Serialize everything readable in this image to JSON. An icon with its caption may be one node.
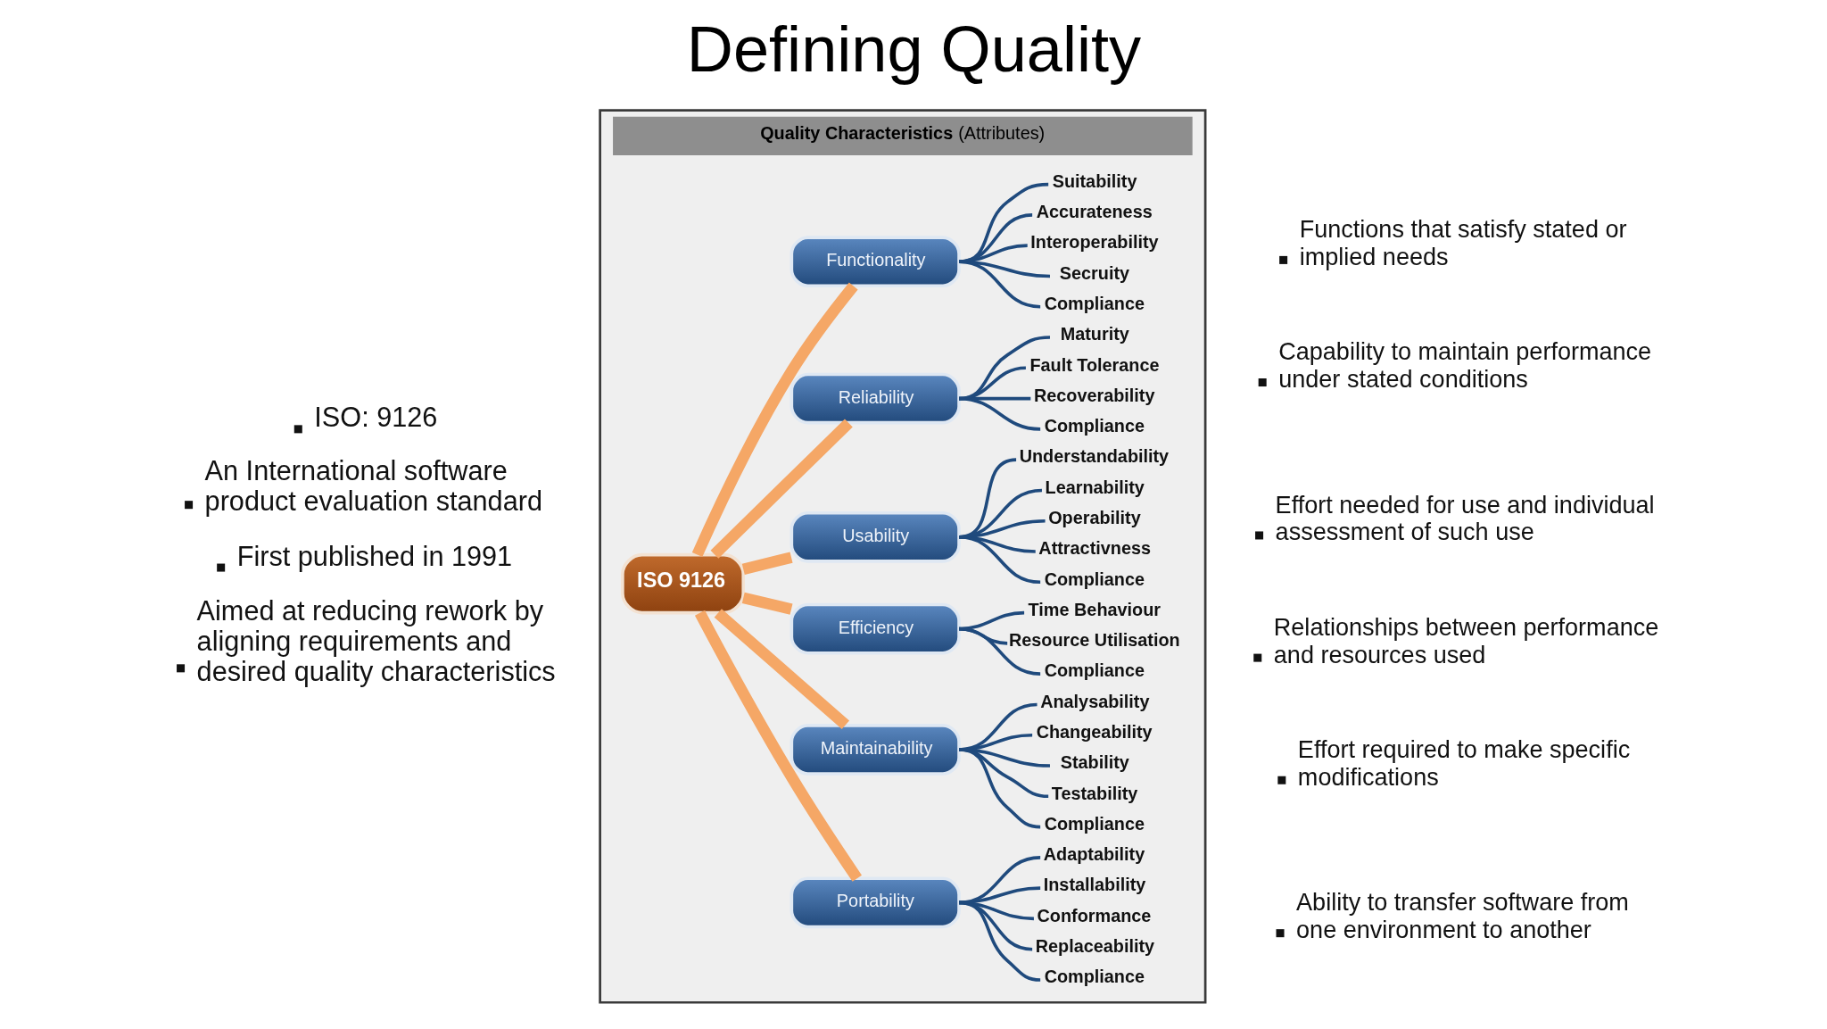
{
  "diagram": {
    "title": "Defining Quality",
    "nodes": [
      {
        "text": [
          "**Quality Characteristics** (Attributes)"
        ]
      },
      {
        "text": [
          "ISO 9126"
        ],
        "in": 0
      },
      {
        "text": [
          "Functionality"
        ],
        "in": 0
      },
      {
        "text": [
          "Suitability"
        ],
        "in": 0
      },
      {
        "text": [
          "Accurateness"
        ],
        "in": 0
      },
      {
        "text": [
          "Interoperability"
        ],
        "in": 0
      },
      {
        "text": [
          "Secruity"
        ],
        "in": 0
      },
      {
        "text": [
          "Compliance"
        ],
        "in": 0
      },
      {
        "text": [
          "Reliability"
        ],
        "in": 0
      },
      {
        "text": [
          "Maturity"
        ],
        "in": 0
      },
      {
        "text": [
          "Fault Tolerance"
        ],
        "in": 0
      },
      {
        "text": [
          "Recoverability"
        ],
        "in": 0
      },
      {
        "text": [
          "Compliance"
        ],
        "in": 0
      },
      {
        "text": [
          "Usability"
        ],
        "in": 0
      },
      {
        "text": [
          "Understandability"
        ],
        "in": 0
      },
      {
        "text": [
          "Learnability"
        ],
        "in": 0
      },
      {
        "text": [
          "Operability"
        ],
        "in": 0
      },
      {
        "text": [
          "Attractivness"
        ],
        "in": 0
      },
      {
        "text": [
          "Compliance"
        ],
        "in": 0
      },
      {
        "text": [
          "Efficiency"
        ],
        "in": 0
      },
      {
        "text": [
          "Time Behaviour"
        ],
        "in": 0
      },
      {
        "text": [
          "Resource Utilisation"
        ],
        "in": 0
      },
      {
        "text": [
          "Compliance"
        ],
        "in": 0
      },
      {
        "text": [
          "Maintainability"
        ],
        "in": 0
      },
      {
        "text": [
          "Analysability"
        ],
        "in": 0
      },
      {
        "text": [
          "Changeability"
        ],
        "in": 0
      },
      {
        "text": [
          "Stability"
        ],
        "in": 0
      },
      {
        "text": [
          "Testability"
        ],
        "in": 0
      },
      {
        "text": [
          "Compliance"
        ],
        "in": 0
      },
      {
        "text": [
          "Portability"
        ],
        "in": 0
      },
      {
        "text": [
          "Adaptability"
        ],
        "in": 0
      },
      {
        "text": [
          "Installability"
        ],
        "in": 0
      },
      {
        "text": [
          "Conformance"
        ],
        "in": 0
      },
      {
        "text": [
          "Replaceability"
        ],
        "in": 0
      },
      {
        "text": [
          "Compliance"
        ],
        "in": 0
      }
    ],
    "edges": [
      {
        "from": 1,
        "to": 2,
        "arrow": "none",
        "style": "thick",
        "color": "#f5a766"
      },
      {
        "from": 2,
        "to": 3,
        "arrow": "none"
      },
      {
        "from": 2,
        "to": 4,
        "arrow": "none"
      },
      {
        "from": 2,
        "to": 5,
        "arrow": "none"
      },
      {
        "from": 2,
        "to": 6,
        "arrow": "none"
      },
      {
        "from": 2,
        "to": 7,
        "arrow": "none"
      },
      {
        "from": 1,
        "to": 8,
        "arrow": "none",
        "style": "thick",
        "color": "#f5a766"
      },
      {
        "from": 8,
        "to": 9,
        "arrow": "none"
      },
      {
        "from": 8,
        "to": 10,
        "arrow": "none"
      },
      {
        "from": 8,
        "to": 11,
        "arrow": "none"
      },
      {
        "from": 8,
        "to": 12,
        "arrow": "none"
      },
      {
        "from": 1,
        "to": 13,
        "arrow": "none",
        "style": "thick",
        "color": "#f5a766"
      },
      {
        "from": 13,
        "to": 14,
        "arrow": "none"
      },
      {
        "from": 13,
        "to": 15,
        "arrow": "none"
      },
      {
        "from": 13,
        "to": 16,
        "arrow": "none"
      },
      {
        "from": 13,
        "to": 17,
        "arrow": "none"
      },
      {
        "from": 13,
        "to": 18,
        "arrow": "none"
      },
      {
        "from": 1,
        "to": 19,
        "arrow": "none",
        "style": "thick",
        "color": "#f5a766"
      },
      {
        "from": 19,
        "to": 20,
        "arrow": "none"
      },
      {
        "from": 19,
        "to": 21,
        "arrow": "none"
      },
      {
        "from": 19,
        "to": 22,
        "arrow": "none"
      },
      {
        "from": 1,
        "to": 23,
        "arrow": "none",
        "style": "thick",
        "color": "#f5a766"
      },
      {
        "from": 23,
        "to": 24,
        "arrow": "none"
      },
      {
        "from": 23,
        "to": 25,
        "arrow": "none"
      },
      {
        "from": 23,
        "to": 26,
        "arrow": "none"
      },
      {
        "from": 23,
        "to": 27,
        "arrow": "none"
      },
      {
        "from": 23,
        "to": 28,
        "arrow": "none"
      },
      {
        "from": 1,
        "to": 29,
        "arrow": "none",
        "style": "thick",
        "color": "#f5a766"
      },
      {
        "from": 29,
        "to": 30,
        "arrow": "none"
      },
      {
        "from": 29,
        "to": 31,
        "arrow": "none"
      },
      {
        "from": 29,
        "to": 32,
        "arrow": "none"
      },
      {
        "from": 29,
        "to": 33,
        "arrow": "none"
      },
      {
        "from": 29,
        "to": 34,
        "arrow": "none"
      }
    ],
    "labels": [
      "ISO: 9126",
      "An International software product evaluation standard",
      "First published in 1991",
      "Aimed at reducing rework by aligning requirements and desired quality characteristics",
      "Functions that satisfy stated or implied needs",
      "Capability to maintain performance under stated conditions",
      "Effort needed for use and individual assessment of such use",
      "Relationships between performance and resources used",
      "Effort required to make specific modifications",
      "Ability to transfer software from one environment to another"
    ]
  }
}
